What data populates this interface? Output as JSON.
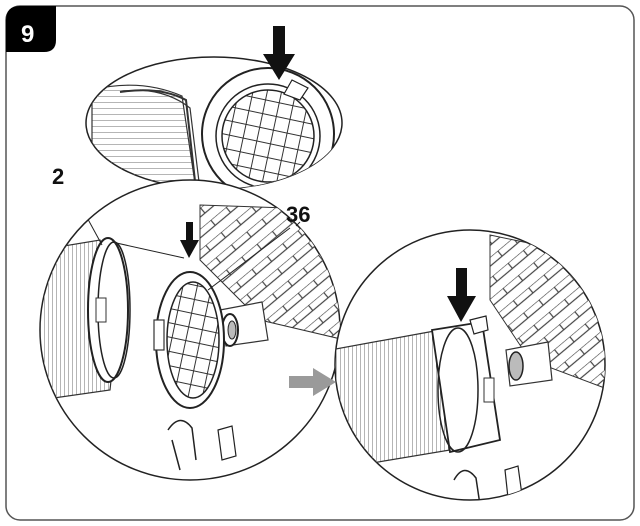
{
  "step": {
    "number": "9"
  },
  "callouts": {
    "part_a": "2",
    "part_b": "36"
  },
  "colors": {
    "badge_fill": "#000000",
    "badge_text": "#ffffff",
    "line": "#222222",
    "arrow": "#111111",
    "direction_arrow": "#9a9a9a",
    "frame_border": "#555555"
  },
  "icons": {
    "down_arrow": "down-arrow-icon",
    "direction_arrow": "right-arrow-icon"
  }
}
